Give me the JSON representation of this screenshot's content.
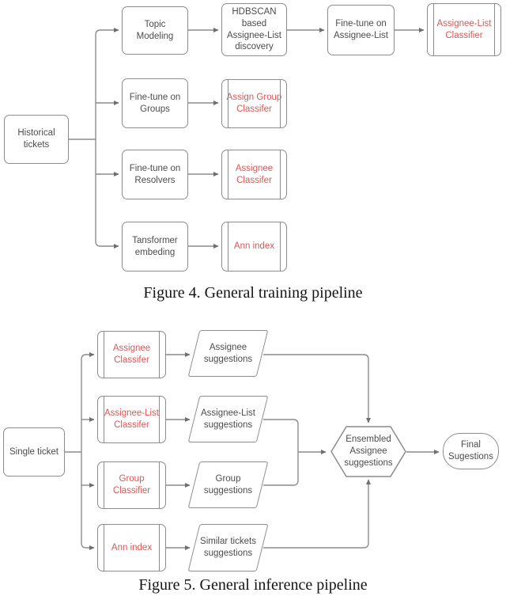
{
  "colors": {
    "shape_border": "#8c8c8c",
    "arrowhead": "#6f6f6f",
    "label_text": "#4c4c4c",
    "highlight_red": "#d95757",
    "caption_text": "#141414",
    "background": "#ffffff"
  },
  "fig4": {
    "caption": "Figure 4. General training pipeline",
    "nodes": {
      "historical_tickets": "Historical tickets",
      "topic_modeling": "Topic Modeling",
      "hdbscan_discovery": "HDBSCAN based Assignee-List discovery",
      "finetune_assignee_list": "Fine-tune on Assignee-List",
      "assignee_list_classifier": "Assignee-List Classifier",
      "finetune_groups": "Fine-tune on Groups",
      "assign_group_classifer": "Assign Group Classifer",
      "finetune_resolvers": "Fine-tune on Resolvers",
      "assignee_classifer": "Assignee Classifer",
      "transformer_embeding": "Tansformer embeding",
      "ann_index": "Ann index"
    }
  },
  "fig5": {
    "caption": "Figure 5. General inference pipeline",
    "nodes": {
      "single_ticket": "Single ticket",
      "assignee_classifer": "Assignee Classifer",
      "assignee_suggestions": "Assignee suggestions",
      "assignee_list_classifer": "Assignee-List Classifer",
      "assignee_list_suggestions": "Assignee-List suggestions",
      "group_classifier": "Group Classifier",
      "group_suggestions": "Group suggestions",
      "ann_index": "Ann index",
      "similar_tickets_suggestions": "Similar tickets suggestions",
      "ensembled_assignee_suggestions": "Ensembled Assignee suggestions",
      "final_sugestions": "Final Sugestions"
    }
  }
}
